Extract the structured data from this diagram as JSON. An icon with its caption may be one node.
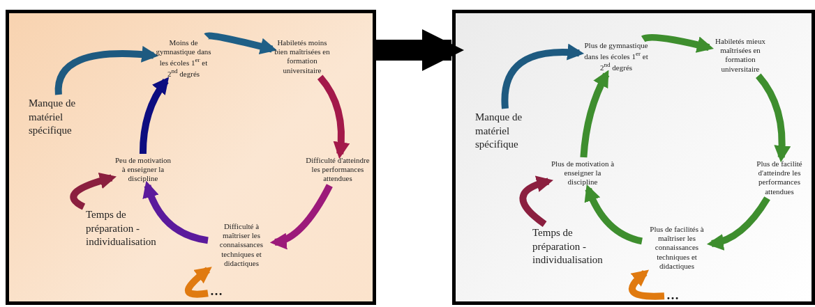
{
  "diagram": {
    "nodes": [
      {
        "text": [],
        "shape": "box"
      },
      {
        "text": [
          "Moins de gymnastique dans les écoles 1$^{er}$ et 2$^{nd}$ degrés"
        ],
        "in": 0
      },
      {
        "text": [
          "Habiletés moins bien maîtrisées en formation universitaire"
        ],
        "in": 0
      },
      {
        "text": [
          "Difficulté d'atteindre les performances attendues"
        ],
        "in": 0
      },
      {
        "text": [
          "Difficulté à maîtriser les connaissances techniques et didactiques"
        ],
        "in": 0
      },
      {
        "text": [
          "Peu de motivation à enseigner la discipline"
        ],
        "in": 0
      },
      {
        "text": [
          "Manque de matériel spécifique"
        ],
        "in": 0
      },
      {
        "text": [
          "Temps de préparation - individualisation"
        ],
        "in": 0
      },
      {
        "text": [
          "…"
        ],
        "in": 0
      },
      {
        "text": [],
        "shape": "box"
      },
      {
        "text": [
          "Plus de gymnastique dans les écoles 1$^{er}$ et 2$^{nd}$ degrés"
        ],
        "in": 9
      },
      {
        "text": [
          "Habiletés mieux maîtrisées en formation universitaire"
        ],
        "in": 9
      },
      {
        "text": [
          "Plus de facilité d'atteindre les performances attendues"
        ],
        "in": 9
      },
      {
        "text": [
          "Plus de facilités à maîtriser les connaissances techniques et didactiques"
        ],
        "in": 9
      },
      {
        "text": [
          "Plus de motivation à enseigner la discipline"
        ],
        "in": 9
      },
      {
        "text": [
          "Manque de matériel spécifique"
        ],
        "in": 9
      },
      {
        "text": [
          "Temps de préparation - individualisation"
        ],
        "in": 9
      },
      {
        "text": [
          "…"
        ],
        "in": 9
      }
    ],
    "edges": [
      {
        "from": 0,
        "to": 9,
        "arrow": "to",
        "style": "thick",
        "color": "#000000"
      },
      {
        "from": 1,
        "to": 2,
        "arrow": "to",
        "color": "#1f5f86"
      },
      {
        "from": 2,
        "to": 3,
        "arrow": "to",
        "color": "#a3194a"
      },
      {
        "from": 3,
        "to": 4,
        "arrow": "to",
        "color": "#9c1a7a"
      },
      {
        "from": 4,
        "to": 5,
        "arrow": "to",
        "color": "#5b1a9c"
      },
      {
        "from": 5,
        "to": 1,
        "arrow": "to",
        "color": "#0d0d80"
      },
      {
        "from": 6,
        "to": 1,
        "arrow": "to",
        "color": "#1e5a80"
      },
      {
        "from": 7,
        "to": 5,
        "arrow": "to",
        "color": "#8b1f3f"
      },
      {
        "from": 8,
        "to": 4,
        "arrow": "to",
        "color": "#e07a10"
      },
      {
        "from": 10,
        "to": 11,
        "arrow": "to",
        "color": "#3e8e2e"
      },
      {
        "from": 11,
        "to": 12,
        "arrow": "to",
        "color": "#3e8e2e"
      },
      {
        "from": 12,
        "to": 13,
        "arrow": "to",
        "color": "#3e8e2e"
      },
      {
        "from": 13,
        "to": 14,
        "arrow": "to",
        "color": "#3e8e2e"
      },
      {
        "from": 14,
        "to": 10,
        "arrow": "to",
        "color": "#3e8e2e"
      },
      {
        "from": 15,
        "to": 10,
        "arrow": "to",
        "color": "#1e5a80"
      },
      {
        "from": 16,
        "to": 14,
        "arrow": "to",
        "color": "#8b1f3f"
      },
      {
        "from": 17,
        "to": 13,
        "arrow": "to",
        "color": "#e07a10"
      }
    ]
  }
}
